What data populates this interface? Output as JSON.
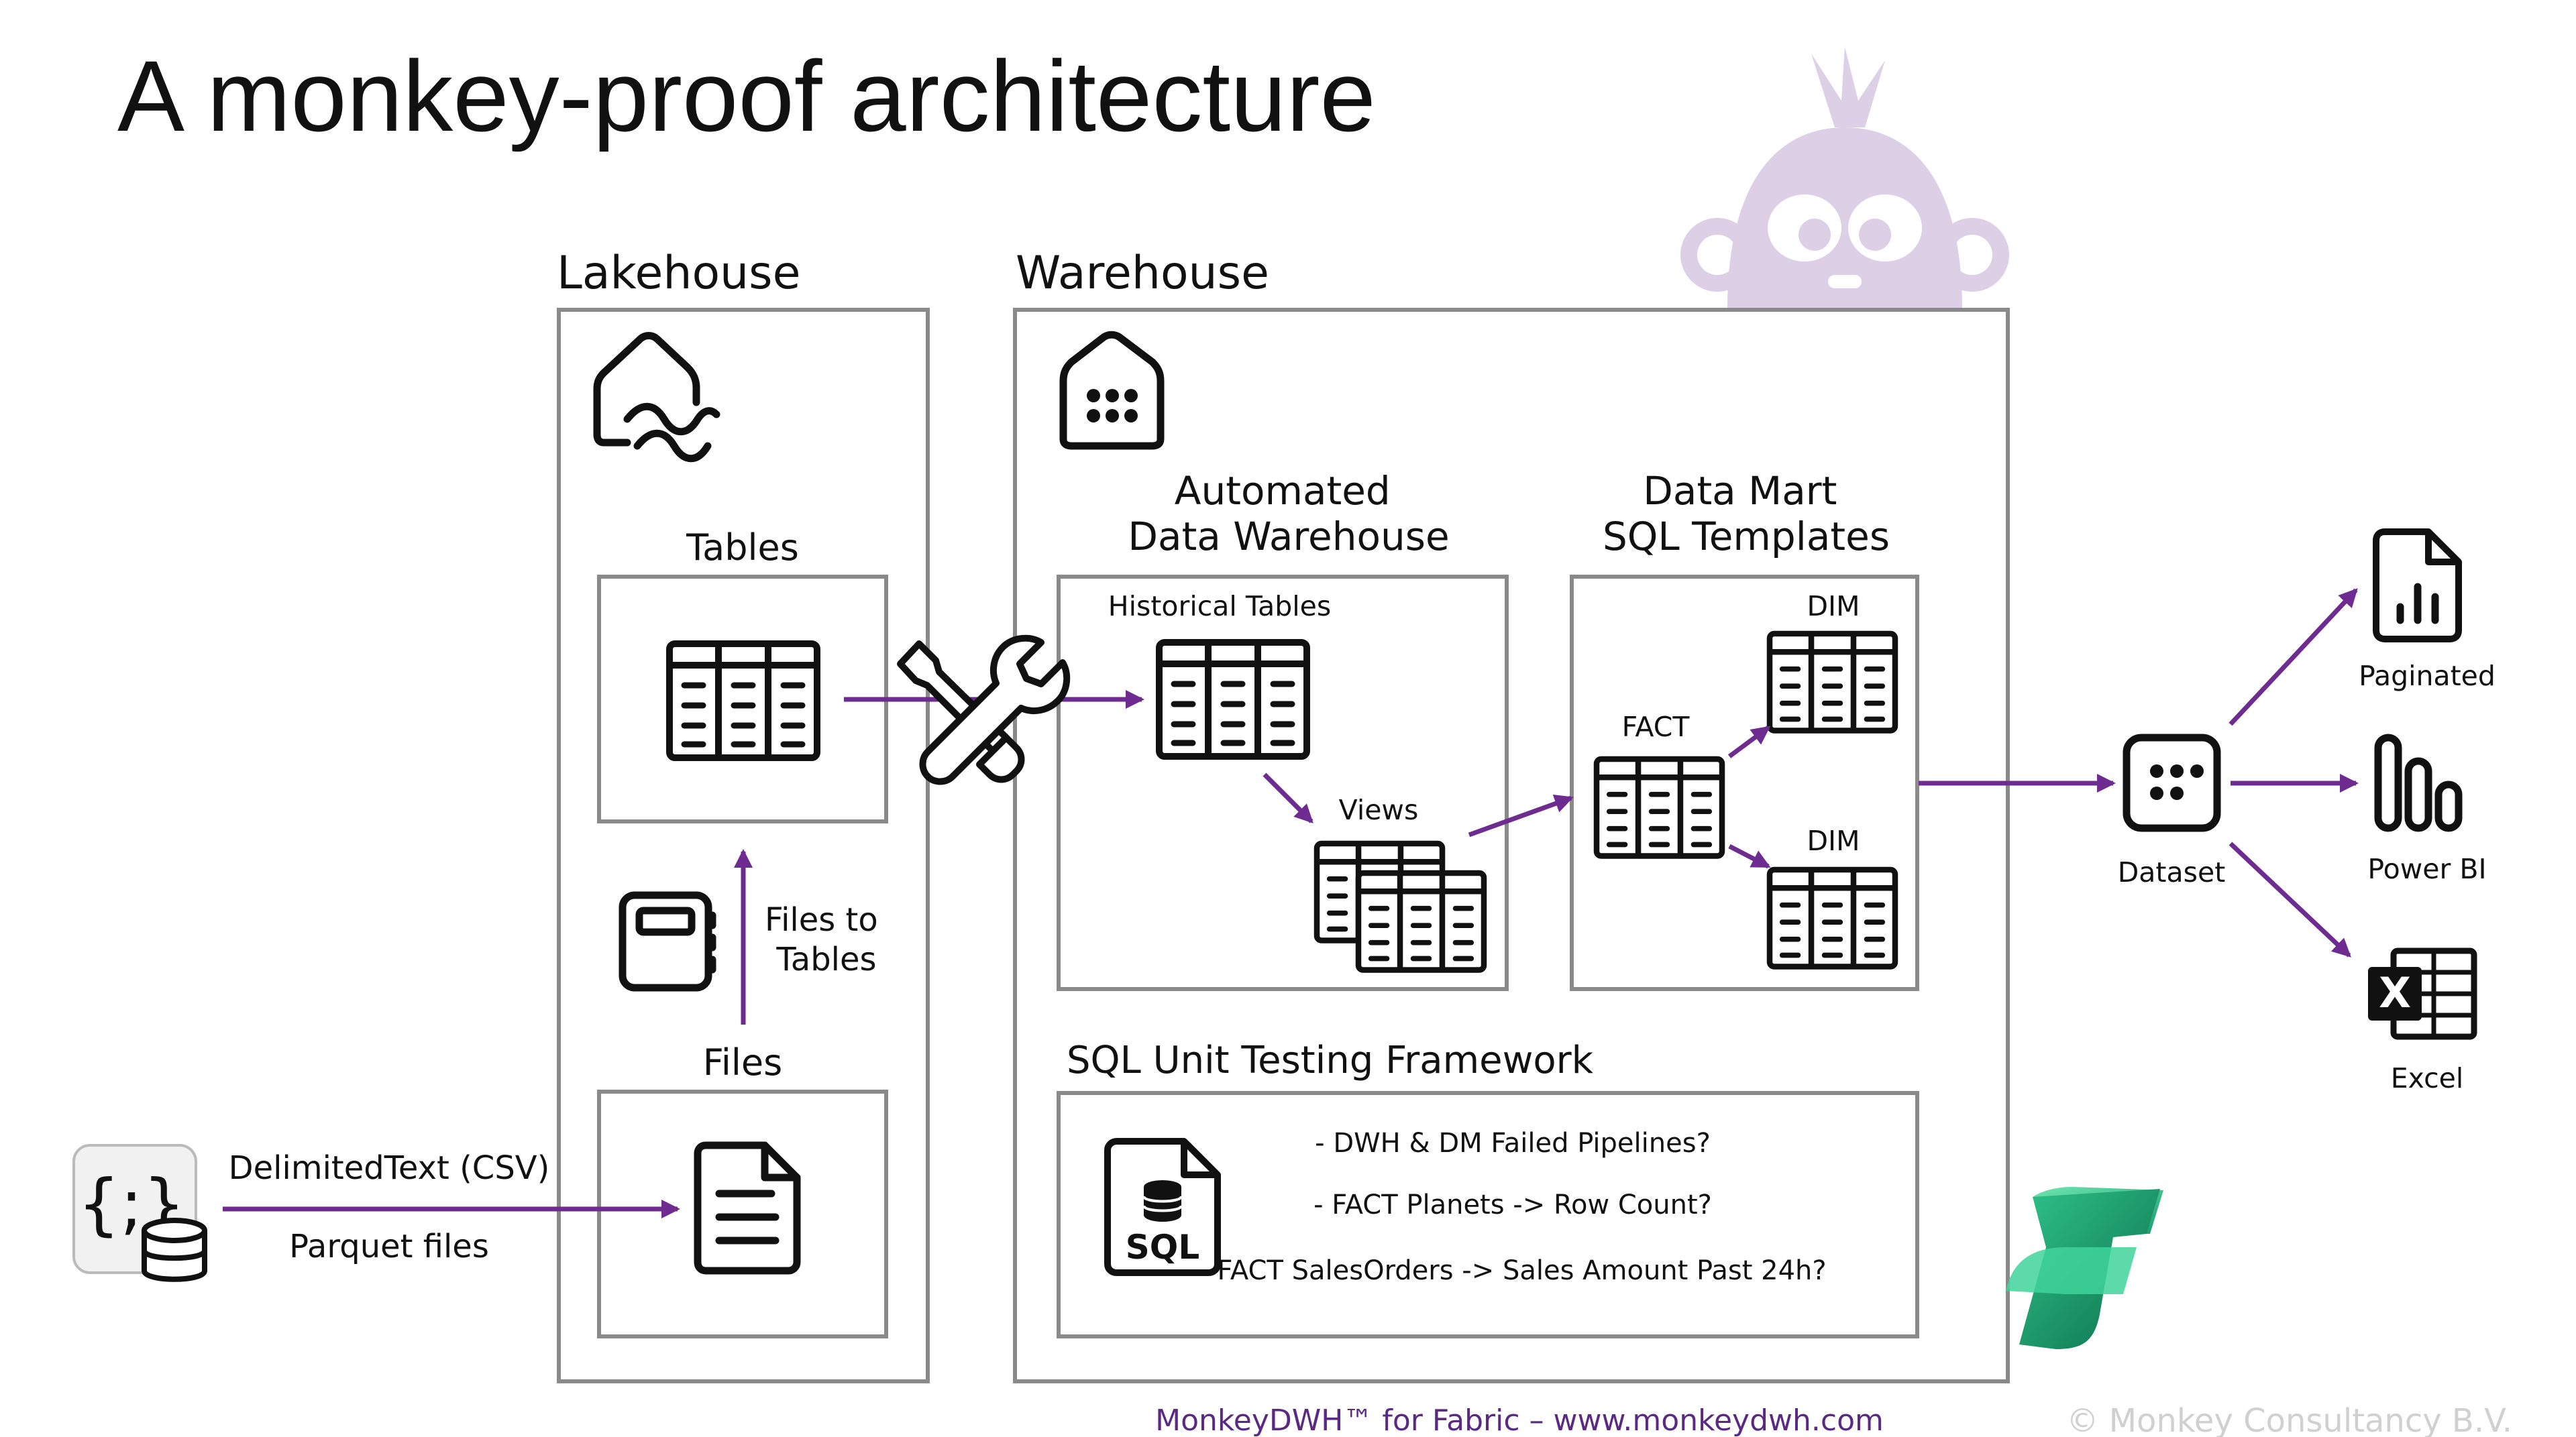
{
  "slide": {
    "title": "A monkey-proof architecture",
    "footer": "MonkeyDWH™ for Fabric – www.monkeydwh.com",
    "copyright": "© Monkey Consultancy B.V."
  },
  "lakehouse": {
    "title": "Lakehouse",
    "icon": "lakehouse-icon",
    "tables_label": "Tables",
    "files_label": "Files",
    "notebook_label": "Files to Tables"
  },
  "warehouse": {
    "title": "Warehouse",
    "icon": "warehouse-icon",
    "adw_title": "Automated Data Warehouse",
    "historical_label": "Historical Tables",
    "views_label": "Views",
    "datamart_title": "Data Mart SQL Templates",
    "fact_label": "FACT",
    "dim_label": "DIM",
    "dim2_label": "DIM",
    "unit_test_title": "SQL Unit Testing Framework",
    "sql_icon_label": "SQL",
    "tests": [
      "- DWH & DM Failed Pipelines?",
      "- FACT Planets -> Row Count?",
      "- FACT SalesOrders -> Sales Amount Past 24h?"
    ]
  },
  "source": {
    "csv_label": "DelimitedText (CSV)",
    "parquet_label": "Parquet files"
  },
  "outputs": {
    "dataset_label": "Dataset",
    "paginated_label": "Paginated",
    "powerbi_label": "Power BI",
    "excel_label": "Excel",
    "excel_letter": "X"
  },
  "colors": {
    "arrow": "#6e2c91",
    "footer": "#5a2a82",
    "border": "#8a8a8a",
    "monkey": "#dccfe6"
  }
}
